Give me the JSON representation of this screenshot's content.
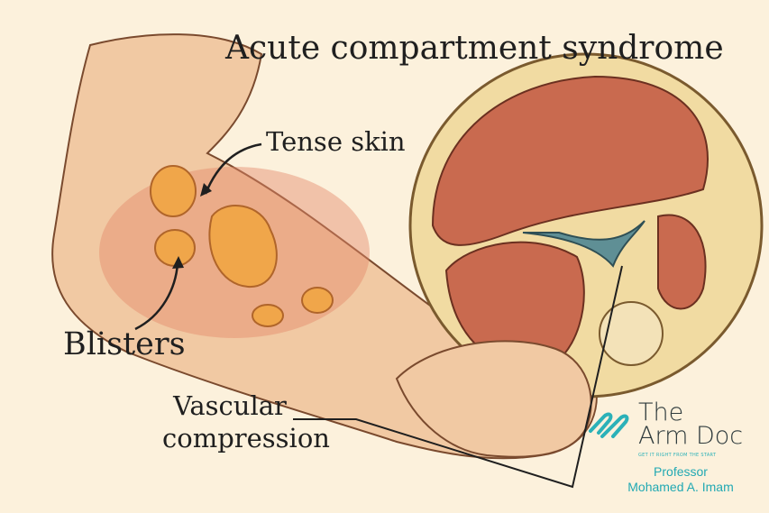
{
  "title": "Acute compartment syndrome",
  "labels": {
    "tense_skin": "Tense skin",
    "blisters": "Blisters",
    "vascular_compression": "Vascular compression"
  },
  "logo": {
    "name_line1": "The",
    "name_line2": "Arm Doc",
    "tagline": "GET IT RIGHT FROM THE START",
    "author_title": "Professor",
    "author_name": "Mohamed A. Imam",
    "color": "#22a9b3"
  }
}
